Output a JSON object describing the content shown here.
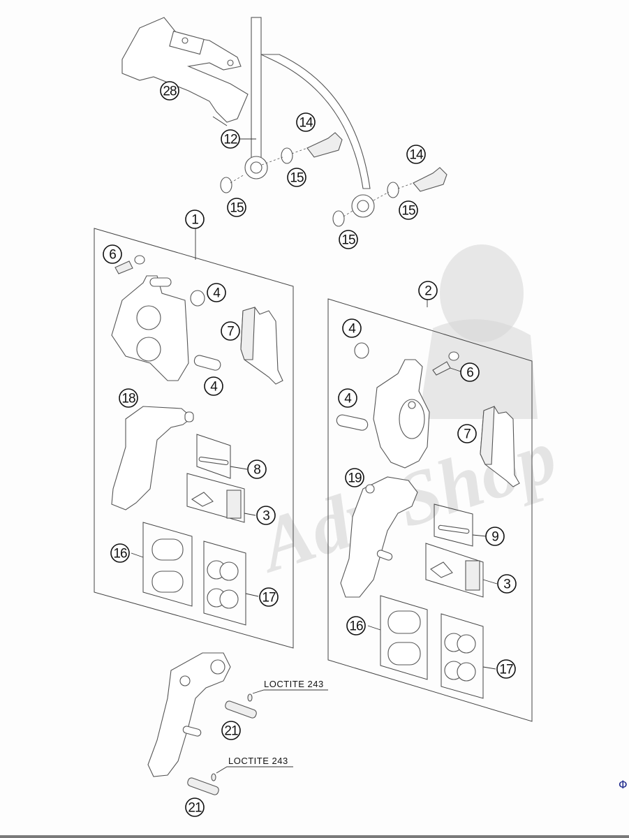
{
  "diagram": {
    "type": "exploded-parts-diagram",
    "subject": "front brake caliper assemblies",
    "callouts": [
      {
        "id": "c28",
        "label": "28",
        "part": "brake line bracket"
      },
      {
        "id": "c12",
        "label": "12",
        "part": "brake line"
      },
      {
        "id": "c14a",
        "label": "14",
        "part": "banjo bolt"
      },
      {
        "id": "c14b",
        "label": "14",
        "part": "banjo bolt"
      },
      {
        "id": "c15a",
        "label": "15",
        "part": "sealing washer"
      },
      {
        "id": "c15b",
        "label": "15",
        "part": "sealing washer"
      },
      {
        "id": "c15c",
        "label": "15",
        "part": "sealing washer"
      },
      {
        "id": "c15d",
        "label": "15",
        "part": "sealing washer"
      },
      {
        "id": "c1",
        "label": "1",
        "part": "brake caliper assembly (left)"
      },
      {
        "id": "c2",
        "label": "2",
        "part": "brake caliper assembly (right)"
      },
      {
        "id": "c6a",
        "label": "6",
        "part": "bleeder screw"
      },
      {
        "id": "c6b",
        "label": "6",
        "part": "bleeder screw"
      },
      {
        "id": "c4a",
        "label": "4",
        "part": "guide pin boot"
      },
      {
        "id": "c4b",
        "label": "4",
        "part": "guide pin"
      },
      {
        "id": "c4c",
        "label": "4",
        "part": "guide pin boot"
      },
      {
        "id": "c4d",
        "label": "4",
        "part": "guide pin"
      },
      {
        "id": "c7a",
        "label": "7",
        "part": "brake pads"
      },
      {
        "id": "c7b",
        "label": "7",
        "part": "brake pads"
      },
      {
        "id": "c18",
        "label": "18",
        "part": "caliper support (left)"
      },
      {
        "id": "c19",
        "label": "19",
        "part": "caliper support (right)"
      },
      {
        "id": "c8",
        "label": "8",
        "part": "pad pin kit"
      },
      {
        "id": "c9",
        "label": "9",
        "part": "pad pin kit"
      },
      {
        "id": "c3a",
        "label": "3",
        "part": "pad spring kit"
      },
      {
        "id": "c3b",
        "label": "3",
        "part": "pad spring kit"
      },
      {
        "id": "c16a",
        "label": "16",
        "part": "piston kit"
      },
      {
        "id": "c16b",
        "label": "16",
        "part": "piston kit"
      },
      {
        "id": "c17a",
        "label": "17",
        "part": "seal kit"
      },
      {
        "id": "c17b",
        "label": "17",
        "part": "seal kit"
      },
      {
        "id": "c21a",
        "label": "21",
        "part": "screw"
      },
      {
        "id": "c21b",
        "label": "21",
        "part": "screw"
      }
    ],
    "notes": [
      {
        "id": "n1",
        "text": "LOCTITE 243"
      },
      {
        "id": "n2",
        "text": "LOCTITE 243"
      }
    ],
    "watermark": {
      "text": "Adv Shop"
    },
    "corner_glyph": "Φ"
  }
}
